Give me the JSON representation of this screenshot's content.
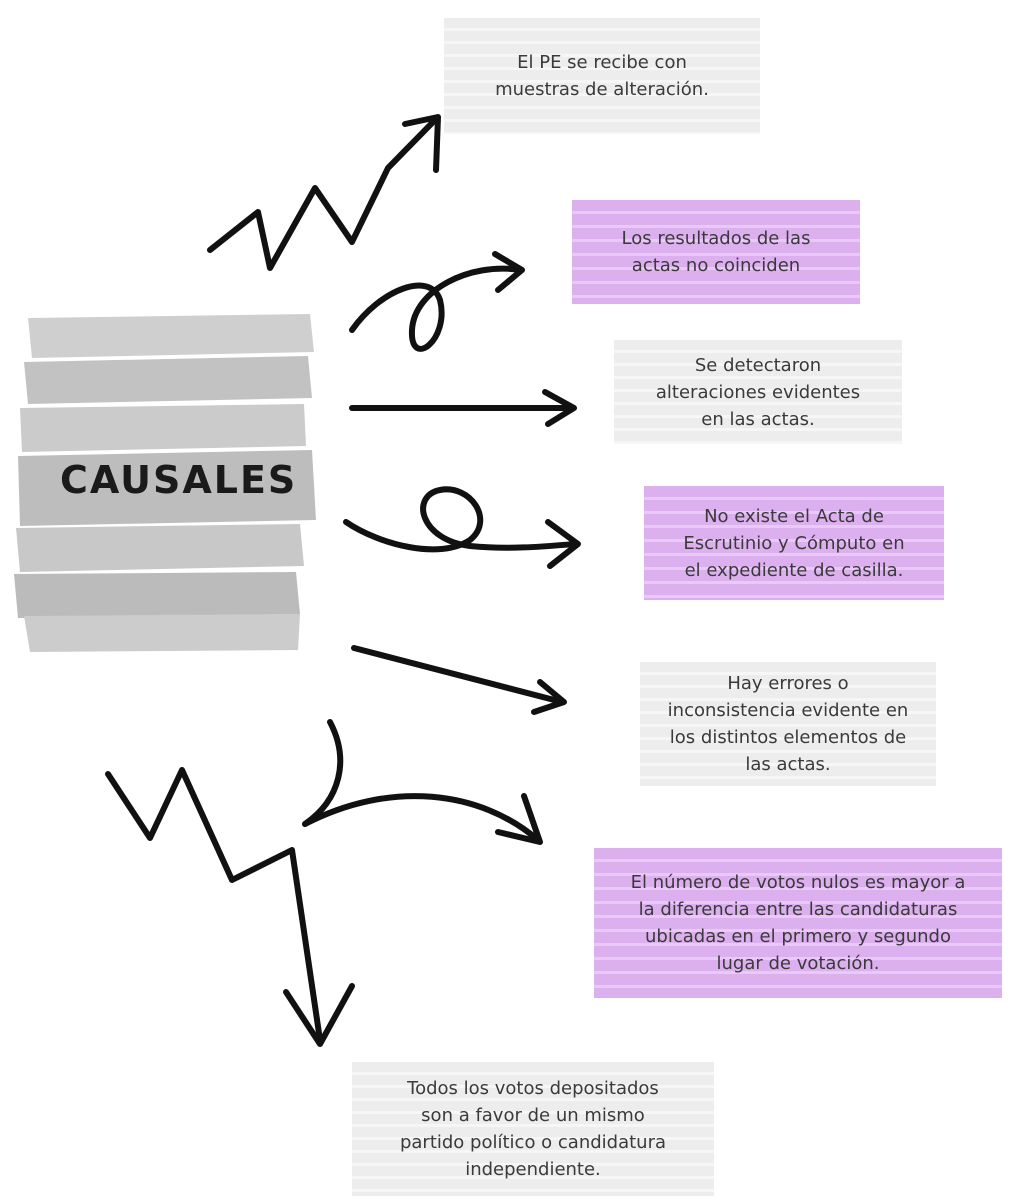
{
  "center": {
    "title": "CAUSALES",
    "color": "#b8b8b8"
  },
  "colors": {
    "gray_box": "#ededed",
    "purple_box": "#dcb0ee",
    "arrow": "#111111"
  },
  "causes": [
    {
      "lines": [
        "El PE se recibe con",
        "muestras de alteración."
      ],
      "style": "gray"
    },
    {
      "lines": [
        "Los resultados de las",
        "actas no coinciden"
      ],
      "style": "purple"
    },
    {
      "lines": [
        "Se detectaron",
        "alteraciones evidentes",
        "en las actas."
      ],
      "style": "gray"
    },
    {
      "lines": [
        "No existe el Acta de",
        "Escrutinio y Cómputo en",
        "el expediente de casilla."
      ],
      "style": "purple"
    },
    {
      "lines": [
        "Hay errores o",
        "inconsistencia evidente en",
        "los distintos elementos de",
        "las actas."
      ],
      "style": "gray"
    },
    {
      "lines": [
        "El número de votos nulos es mayor a",
        "la diferencia entre las candidaturas",
        "ubicadas en el primero y segundo",
        "lugar de votación."
      ],
      "style": "purple"
    },
    {
      "lines": [
        "Todos los votos depositados",
        "son a favor de un mismo",
        "partido político o candidatura",
        "independiente."
      ],
      "style": "gray"
    }
  ]
}
